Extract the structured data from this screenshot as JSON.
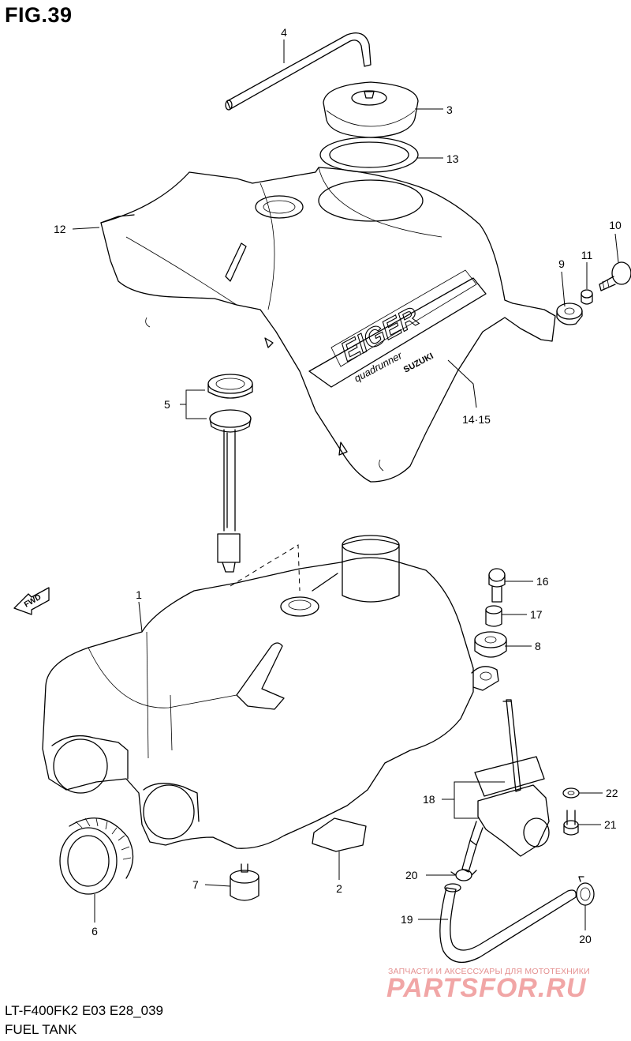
{
  "figure": {
    "title": "FIG.39",
    "model_code": "LT-F400FK2 E03 E28_039",
    "name": "FUEL TANK"
  },
  "callouts": {
    "c1": "1",
    "c2": "2",
    "c3": "3",
    "c4": "4",
    "c5": "5",
    "c6": "6",
    "c7": "7",
    "c8": "8",
    "c9": "9",
    "c10": "10",
    "c11": "11",
    "c12": "12",
    "c13": "13",
    "c1415": "14·15",
    "c16": "16",
    "c17": "17",
    "c18": "18",
    "c19": "19",
    "c20a": "20",
    "c20b": "20",
    "c21": "21",
    "c22": "22"
  },
  "decal": {
    "brand": "EIGER",
    "sub": "quadrunner",
    "maker": "SUZUKI"
  },
  "fwd_label": "FWD",
  "watermark": {
    "caption": "ЗАПЧАСТИ И АКСЕССУАРЫ ДЛЯ МОТОТЕХНИКИ",
    "logo": "PARTSFOR.RU"
  }
}
